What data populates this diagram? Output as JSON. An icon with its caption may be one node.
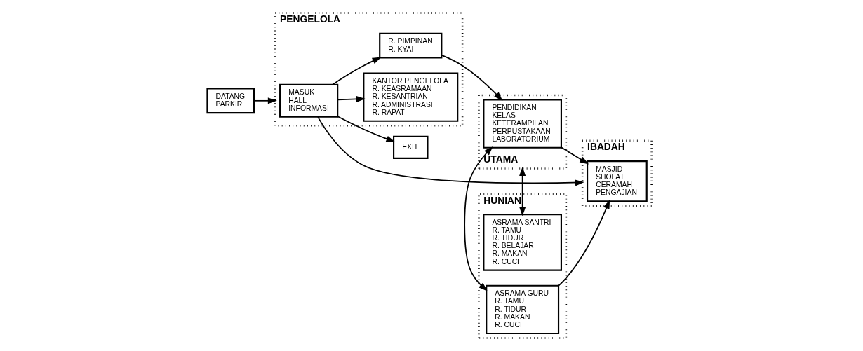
{
  "diagram": {
    "nodes": [
      {
        "text": [
          "DATANG",
          "PARKIR"
        ]
      },
      {
        "text": [
          "EXIT"
        ]
      },
      {
        "text": [
          "PENGELOLA"
        ]
      },
      {
        "text": [
          "MASUK",
          "HALL",
          "INFORMASI"
        ],
        "in": 2
      },
      {
        "text": [
          "KANTOR PENGELOLA",
          "R. KEASRAMAAN",
          "R. KESANTRIAN",
          "R. ADMINISTRASI",
          "R. RAPAT"
        ],
        "in": 2
      },
      {
        "text": [
          "R. PIMPINAN",
          "R. KYAI"
        ],
        "in": 2
      },
      {
        "text": [
          "IBADAH"
        ]
      },
      {
        "text": [
          "MASJID",
          "SHOLAT",
          "CERAMAH",
          "PENGAJIAN"
        ],
        "in": 6
      },
      {
        "text": [
          "HUNIAN"
        ]
      },
      {
        "text": [
          "ASRAMA SANTRI",
          "R. TAMU",
          "R. TIDUR",
          "R. BELAJAR",
          "R. MAKAN",
          "R. CUCI"
        ],
        "in": 8
      },
      {
        "text": [
          "ASRAMA GURU",
          "R. TAMU",
          "R. TIDUR",
          "R. MAKAN",
          "R. CUCI"
        ],
        "in": 8
      },
      {
        "text": [
          "UTAMA"
        ]
      },
      {
        "text": [
          "PENDIDIKAN",
          "KELAS",
          "KETERAMPILAN",
          "PERPUSTAKAAN",
          "LABORATORIUM"
        ],
        "in": 11
      }
    ],
    "edges": [
      {
        "from": 0,
        "to": 2,
        "arrow": "to"
      },
      {
        "from": 3,
        "to": 1,
        "arrow": "to"
      },
      {
        "from": 3,
        "to": 6,
        "arrow": "to"
      },
      {
        "from": 3,
        "to": 4,
        "arrow": "to"
      },
      {
        "from": 3,
        "to": 5,
        "arrow": "to"
      },
      {
        "from": 5,
        "to": 12,
        "arrow": "to"
      },
      {
        "from": 12,
        "to": 7,
        "arrow": "to"
      },
      {
        "from": 10,
        "to": 7,
        "arrow": "to"
      },
      {
        "from": 9,
        "to": 11,
        "arrow": "both"
      },
      {
        "from": 12,
        "to": 10,
        "arrow": "both"
      }
    ]
  }
}
